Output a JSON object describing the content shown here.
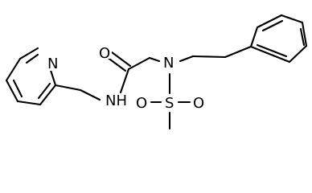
{
  "diagram_type": "skeletal-formula",
  "atoms": {
    "pyridine_n": "N",
    "carbonyl_o": "O",
    "amide_nh": "NH",
    "sulfonamide_n": "N",
    "sulfur": "S",
    "sulfonyl_o_left": "O",
    "sulfonyl_o_right": "O"
  }
}
